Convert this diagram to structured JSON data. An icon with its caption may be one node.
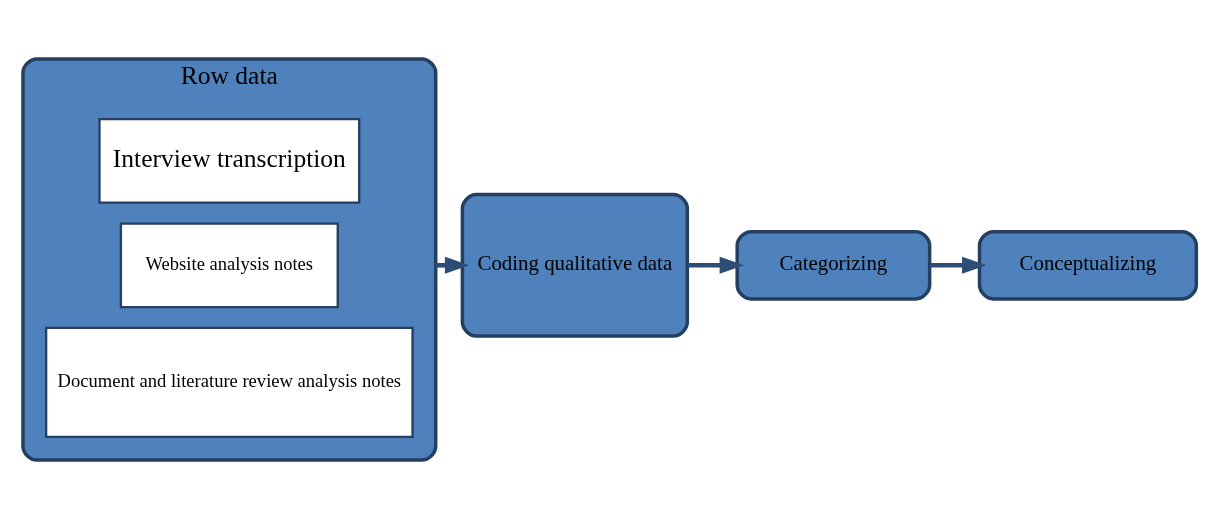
{
  "diagram": {
    "nodes": [
      {
        "text": [
          "Row data"
        ]
      },
      {
        "text": [
          "Document and literature review analysis notes"
        ],
        "in": 0
      },
      {
        "text": [
          "Website analysis notes"
        ],
        "in": 0
      },
      {
        "text": [
          "Interview transcription"
        ],
        "in": 0
      },
      {
        "text": [
          "Coding qualitative data"
        ]
      },
      {
        "text": [
          "Categorizing"
        ]
      },
      {
        "text": [
          "Conceptualizing"
        ]
      }
    ],
    "edges": [
      {
        "from": 0,
        "to": 4,
        "arrow": "to"
      },
      {
        "from": 4,
        "to": 5,
        "arrow": "to"
      },
      {
        "from": 5,
        "to": 6,
        "arrow": "to"
      }
    ]
  }
}
